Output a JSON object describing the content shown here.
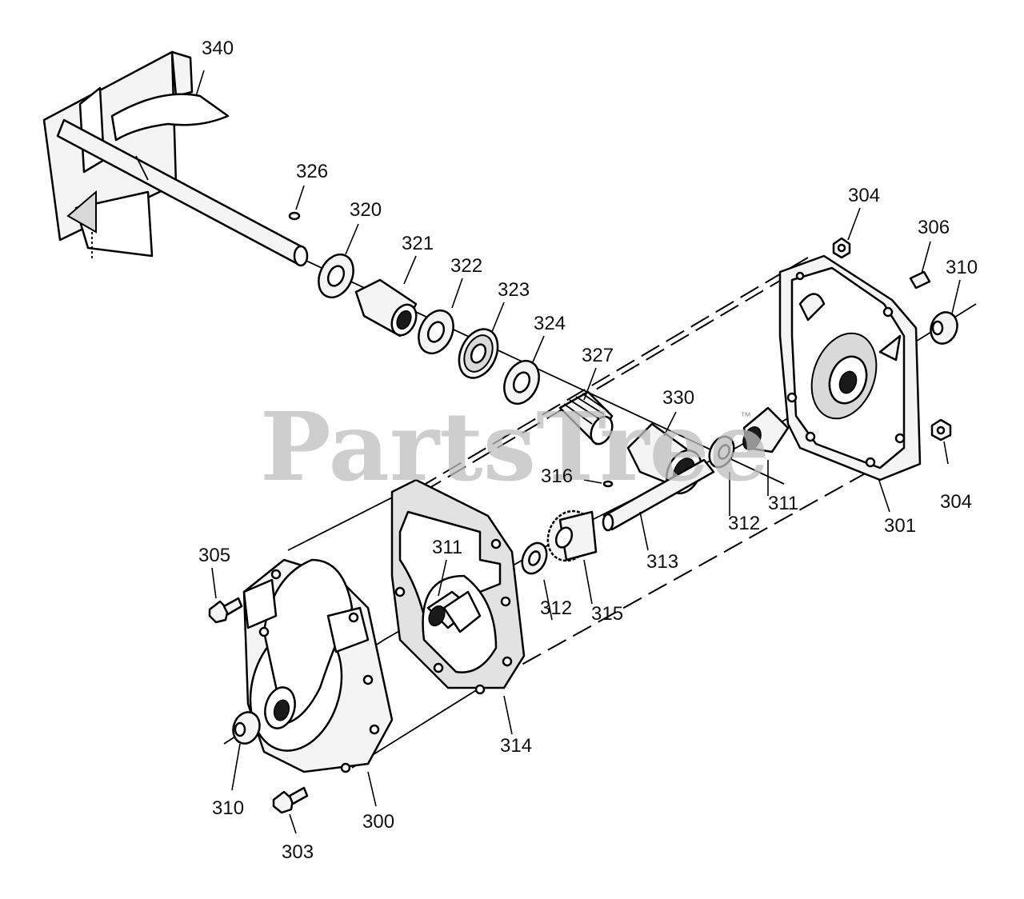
{
  "watermark": {
    "text": "PartsTree",
    "trademark": "™"
  },
  "callouts": [
    {
      "id": "c340",
      "label": "340"
    },
    {
      "id": "c326",
      "label": "326"
    },
    {
      "id": "c320",
      "label": "320"
    },
    {
      "id": "c321",
      "label": "321"
    },
    {
      "id": "c322",
      "label": "322"
    },
    {
      "id": "c323",
      "label": "323"
    },
    {
      "id": "c324",
      "label": "324"
    },
    {
      "id": "c327",
      "label": "327"
    },
    {
      "id": "c330",
      "label": "330"
    },
    {
      "id": "c316",
      "label": "316"
    },
    {
      "id": "c311a",
      "label": "311"
    },
    {
      "id": "c311b",
      "label": "311"
    },
    {
      "id": "c312a",
      "label": "312"
    },
    {
      "id": "c312b",
      "label": "312"
    },
    {
      "id": "c313",
      "label": "313"
    },
    {
      "id": "c315",
      "label": "315"
    },
    {
      "id": "c314",
      "label": "314"
    },
    {
      "id": "c304a",
      "label": "304"
    },
    {
      "id": "c304b",
      "label": "304"
    },
    {
      "id": "c306",
      "label": "306"
    },
    {
      "id": "c310a",
      "label": "310"
    },
    {
      "id": "c310b",
      "label": "310"
    },
    {
      "id": "c301",
      "label": "301"
    },
    {
      "id": "c305",
      "label": "305"
    },
    {
      "id": "c303",
      "label": "303"
    },
    {
      "id": "c300",
      "label": "300"
    }
  ]
}
